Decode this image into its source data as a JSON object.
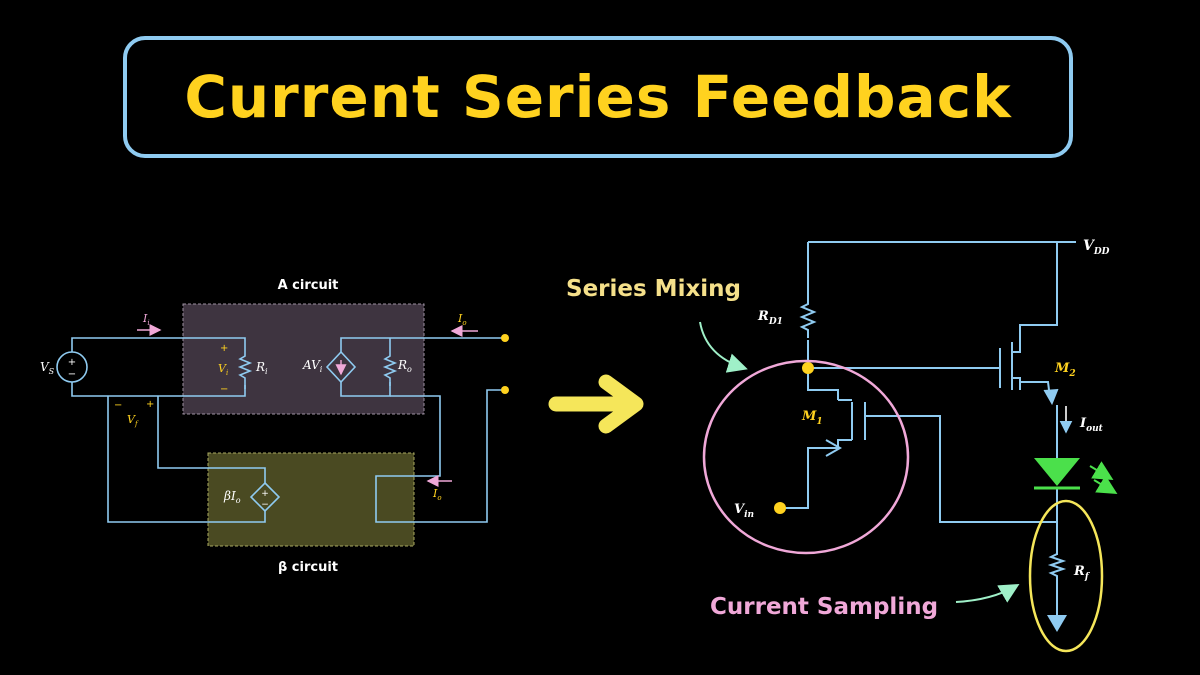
{
  "title": "Current Series Feedback",
  "colors": {
    "background": "#000000",
    "title_text": "#ffd21f",
    "title_border": "#8fcbf1",
    "wire": "#8fcbf1",
    "label": "#ffd21f",
    "annotation_yellow": "#f5e08a",
    "annotation_pink": "#f0a8d8",
    "arrow": "#f5e65a",
    "led": "#4be04b",
    "a_box": "#3e3440",
    "beta_box": "#4a4a22"
  },
  "left_diagram": {
    "a_circuit_label": "A circuit",
    "beta_circuit_label": "β circuit",
    "vs": "V",
    "vs_sub": "S",
    "ii": "I",
    "ii_sub": "i",
    "vi": "V",
    "vi_sub": "i",
    "ri": "R",
    "ri_sub": "i",
    "avi": "AV",
    "avi_sub": "i",
    "ro": "R",
    "ro_sub": "o",
    "io_top": "I",
    "io_top_sub": "o",
    "vf": "V",
    "vf_sub": "f",
    "beta_io": "βI",
    "beta_io_sub": "o",
    "io_bottom": "I",
    "io_bottom_sub": "o",
    "plus": "+",
    "minus": "−"
  },
  "right_diagram": {
    "series_mixing": "Series Mixing",
    "current_sampling": "Current Sampling",
    "vdd": "V",
    "vdd_sub": "DD",
    "rd1": "R",
    "rd1_sub": "D1",
    "m1": "M",
    "m1_sub": "1",
    "m2": "M",
    "m2_sub": "2",
    "iout": "I",
    "iout_sub": "out",
    "vin": "V",
    "vin_sub": "in",
    "rf": "R",
    "rf_sub": "f"
  }
}
